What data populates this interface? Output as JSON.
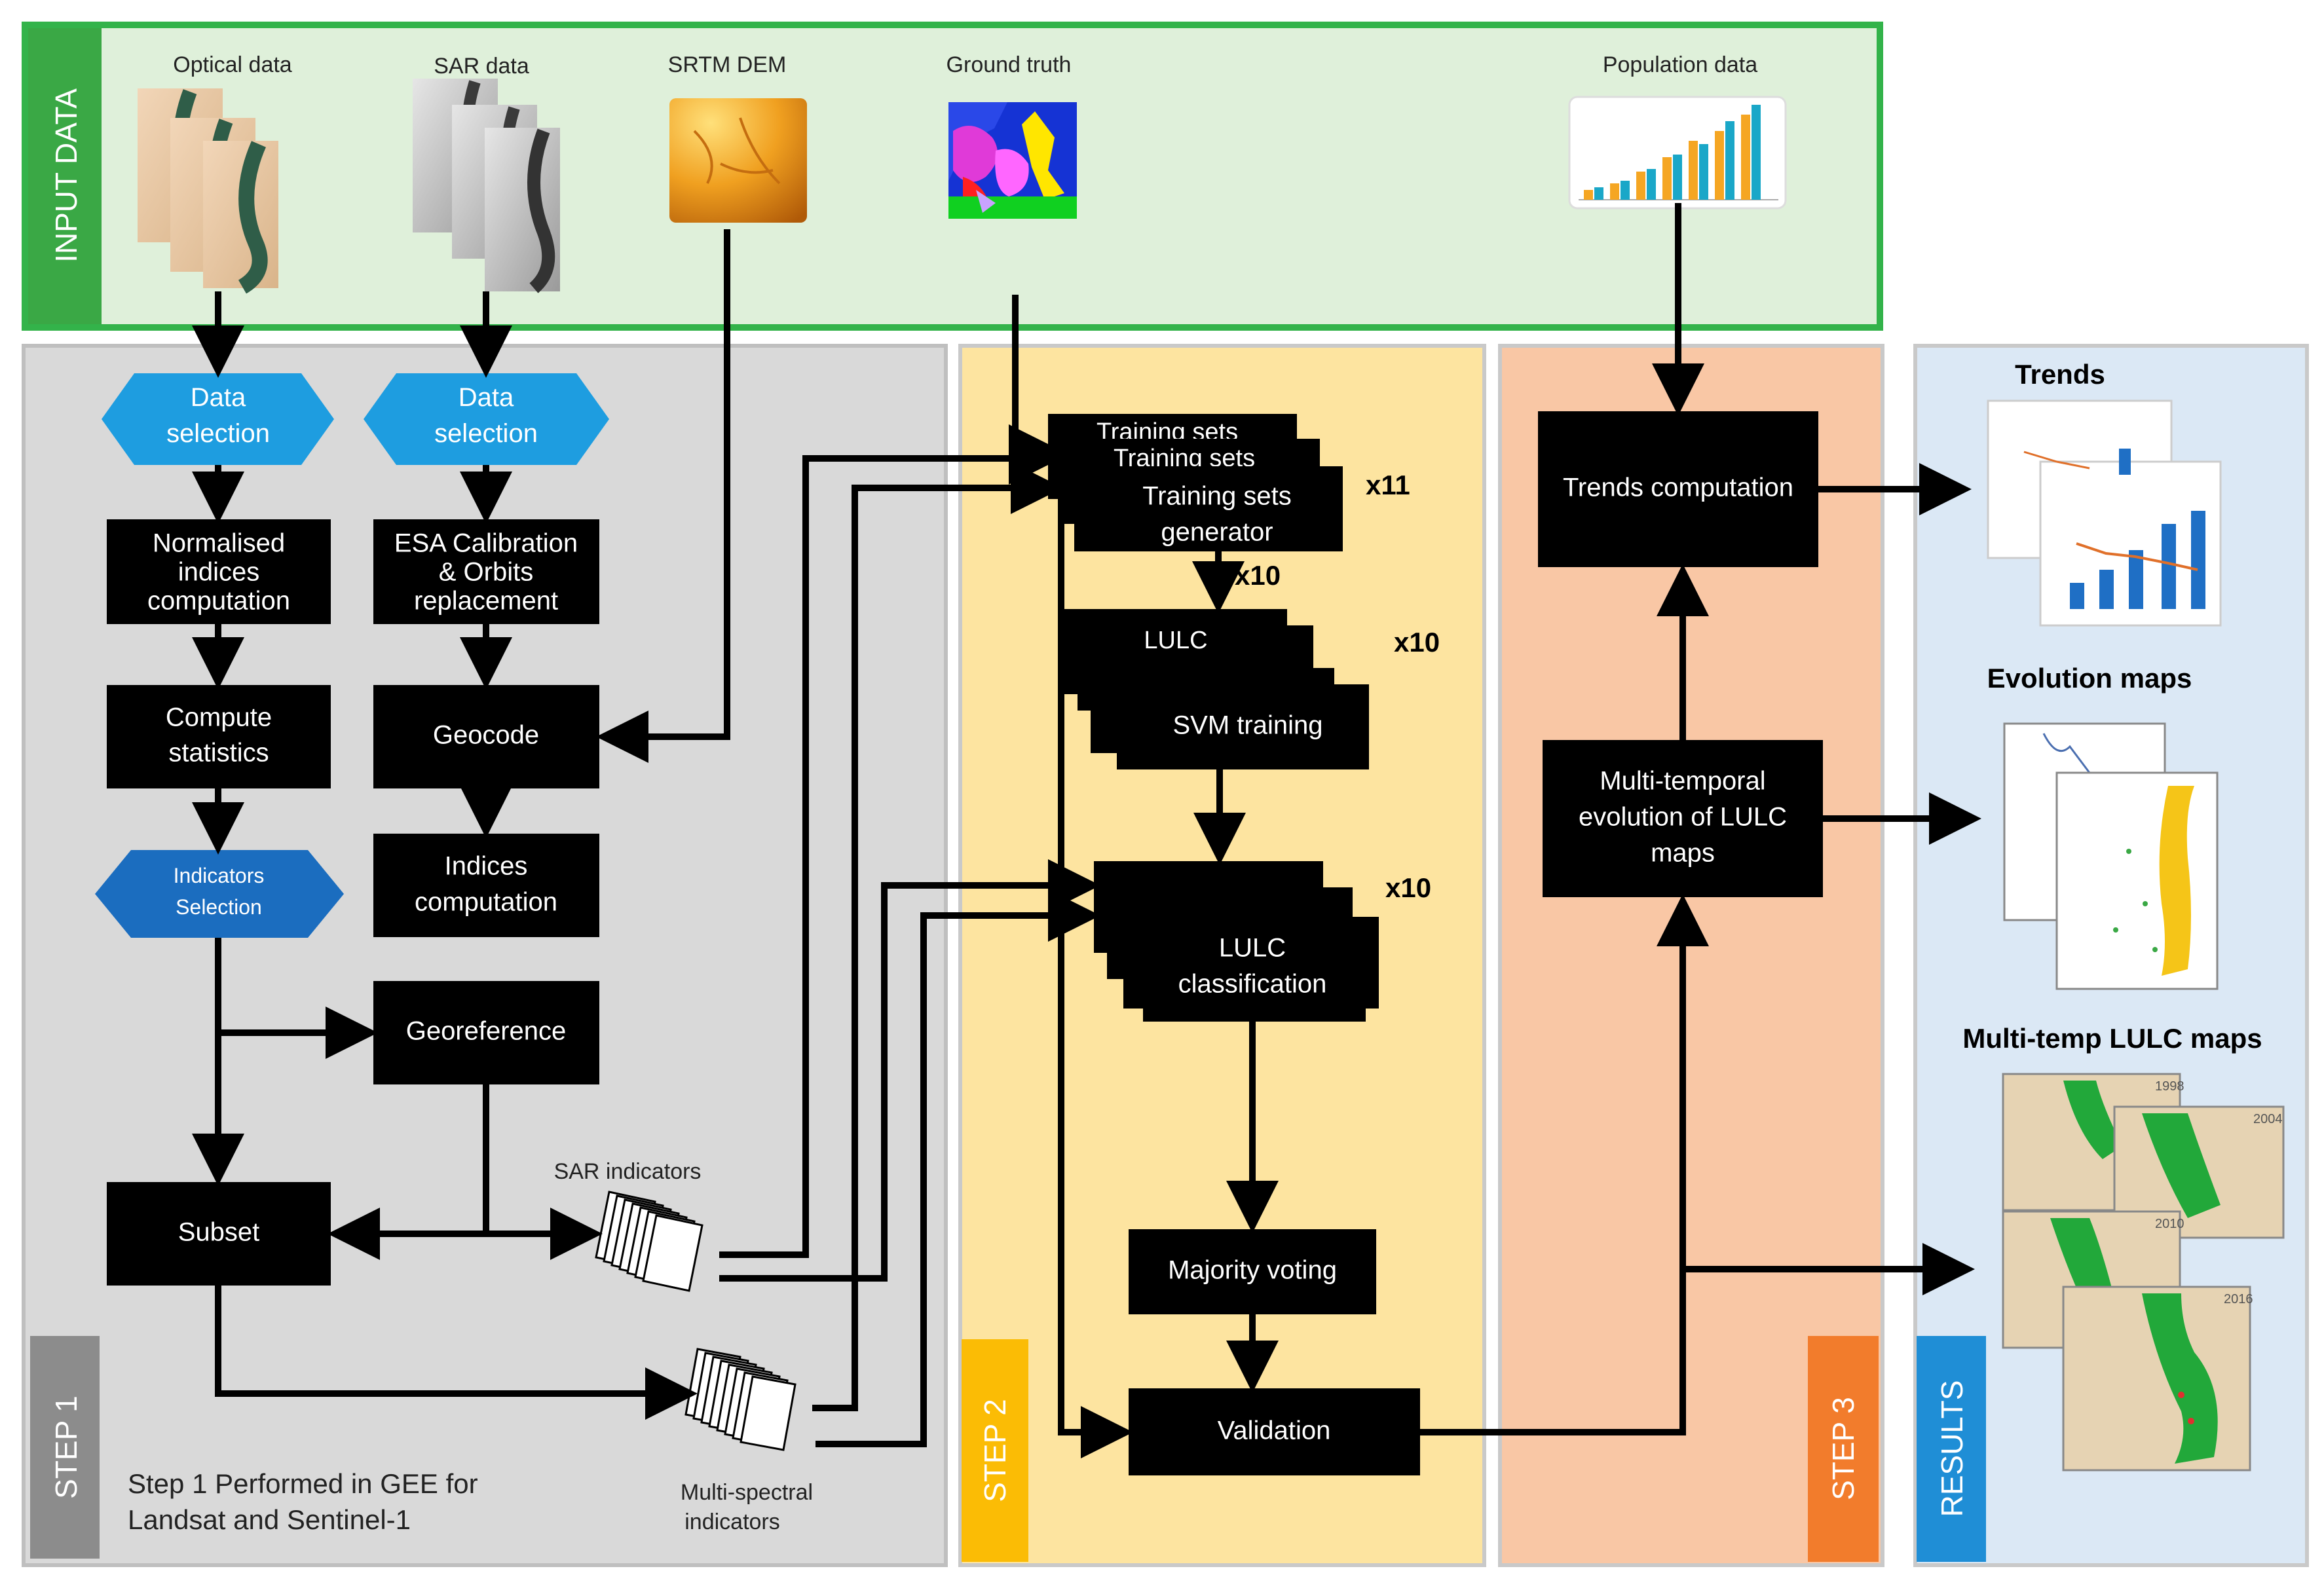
{
  "input": {
    "title": "INPUT DATA",
    "optical": "Optical data",
    "sar": "SAR data",
    "dem": "SRTM DEM",
    "ground": "Ground truth",
    "population": "Population data"
  },
  "step1": {
    "label": "STEP 1",
    "data_selection": [
      "Data",
      "selection"
    ],
    "norm_indices": [
      "Normalised",
      "indices",
      "computation"
    ],
    "esa_calib": [
      "ESA Calibration",
      "& Orbits",
      "replacement"
    ],
    "compute_stats": [
      "Compute",
      "statistics"
    ],
    "geocode": "Geocode",
    "indicators_sel": [
      "Indicators",
      "Selection"
    ],
    "indices_comp": [
      "Indices",
      "computation"
    ],
    "georeference": "Georeference",
    "subset": "Subset",
    "sar_indicators": "SAR indicators",
    "ms_indicators": [
      "Multi-spectral",
      "indicators"
    ],
    "note": [
      "Step 1 Performed in GEE for",
      "Landsat and Sentinel-1"
    ]
  },
  "step2": {
    "label": "STEP 2",
    "training_back": "Training sets",
    "training": [
      "Training sets",
      "generator"
    ],
    "x11": "x11",
    "x10_a": "x10",
    "x10_b": "x10",
    "x10_c": "x10",
    "svm_back": "LULC",
    "svm": "SVM training",
    "lulc": [
      "LULC",
      "classification"
    ],
    "majority": "Majority voting",
    "validation": "Validation"
  },
  "step3": {
    "label": "STEP 3",
    "trends": "Trends computation",
    "multi": [
      "Multi-temporal",
      "evolution of LULC",
      "maps"
    ]
  },
  "results": {
    "label": "RESULTS",
    "trends": "Trends",
    "evolution": "Evolution  maps",
    "multitemp": "Multi-temp  LULC maps",
    "map_years": [
      "1998",
      "2004",
      "2010",
      "2016"
    ]
  },
  "colors": {
    "input_border": "#33b34a",
    "input_bg": "#dff0da",
    "input_tab": "#3aa845",
    "step1_bg": "#d9d9d9",
    "step1_tab": "#8c8c8c",
    "step2_bg": "#fde4a0",
    "step2_tab": "#fbbc05",
    "step3_bg": "#f9c7a5",
    "step3_tab": "#f27c2c",
    "results_bg": "#dbe8f5",
    "results_tab": "#1f8ed6",
    "hex_light": "#1e9de0",
    "hex_dark": "#1b6dbf"
  }
}
